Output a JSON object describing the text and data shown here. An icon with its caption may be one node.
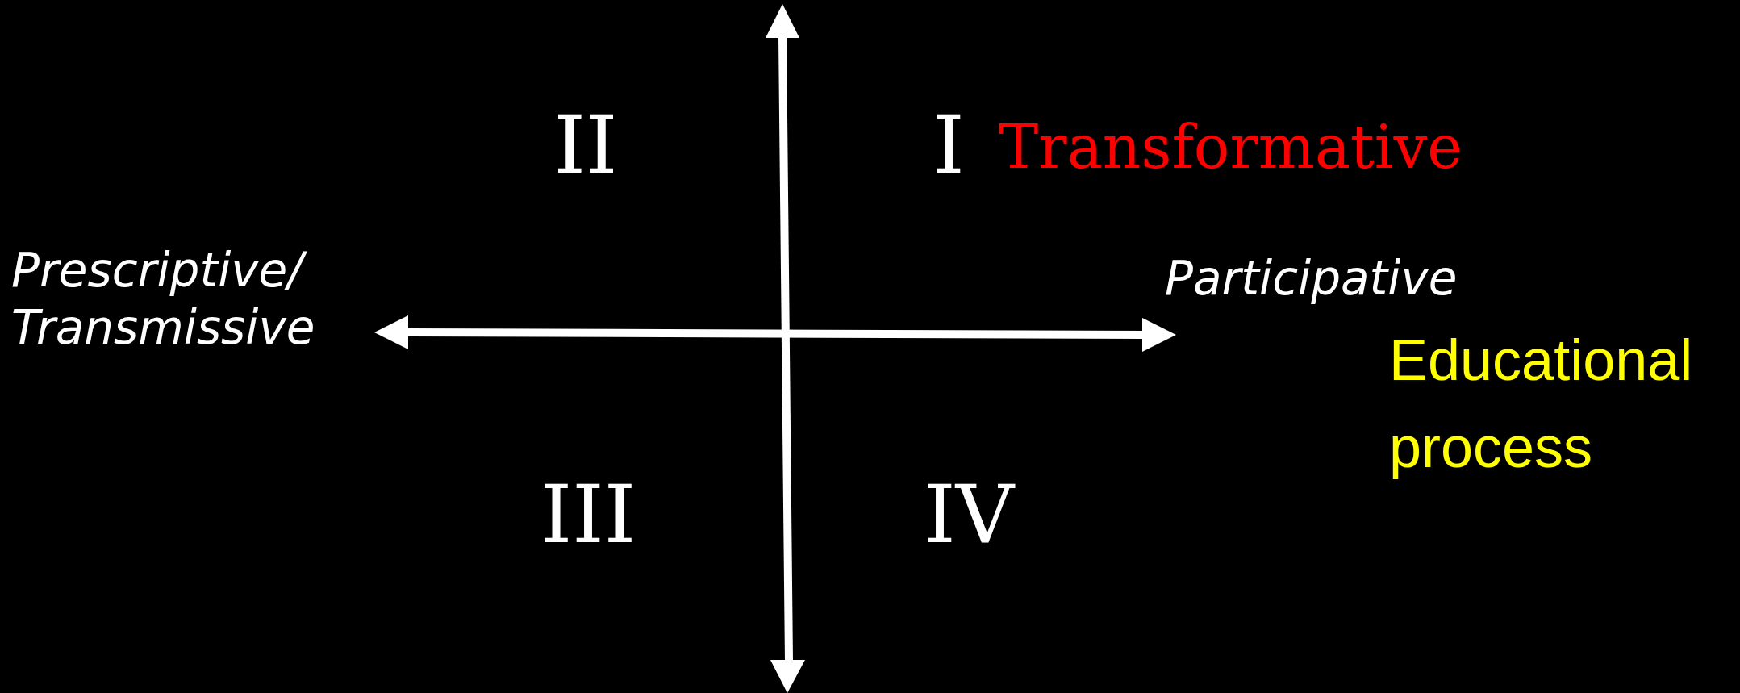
{
  "diagram": {
    "labels": [
      "II",
      "I",
      "Transformative",
      "Prescriptive/ Transmissive",
      "Participative",
      "Educational process",
      "III",
      "IV"
    ]
  }
}
